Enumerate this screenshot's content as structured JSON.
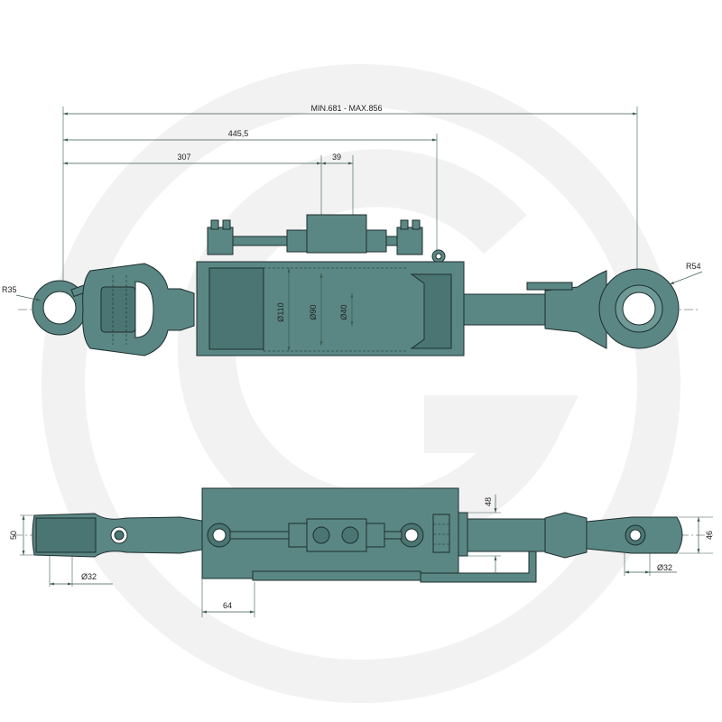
{
  "watermark": {
    "color": "#f2f2f2"
  },
  "colors": {
    "steel": "#5a8784",
    "steel_dark": "#4a7572",
    "outline": "#1d2e2d",
    "dimension": "#3a5a50"
  },
  "top_view": {
    "dim_overall": "MIN.681 - MAX.856",
    "dim_445": "445,5",
    "dim_307": "307",
    "dim_39": "39",
    "radius_left": "R35",
    "radius_right": "R54",
    "dia_110": "Ø110",
    "dia_90": "Ø90",
    "dia_40": "Ø40"
  },
  "bottom_view": {
    "dim_50": "50",
    "dim_48": "48",
    "dim_46": "46",
    "dim_64": "64",
    "dia_32_left": "Ø32",
    "dia_32_right": "Ø32"
  }
}
